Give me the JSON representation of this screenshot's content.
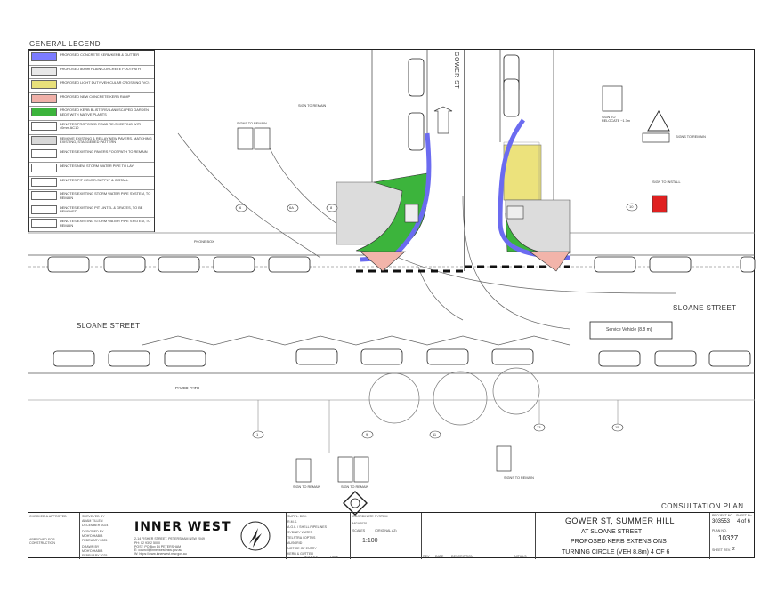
{
  "legend": {
    "title": "GENERAL LEGEND",
    "items": [
      {
        "label": "PROPOSED CONCRETE KERB/KERB & GUTTER",
        "swatch": "#7b7bff"
      },
      {
        "label": "PROPOSED 80mm PLAIN CONCRETE FOOTPATH",
        "swatch": "#e8e8e8"
      },
      {
        "label": "PROPOSED LIGHT DUTY VEHICULAR CROSSING (VC)",
        "swatch": "#e8e07a"
      },
      {
        "label": "PROPOSED NEW CONCRETE KERB RAMP",
        "swatch": "#f0b0a8"
      },
      {
        "label": "PROPOSED KERB BLISTERS/ LANDSCAPED GARDEN BEDS WITH NATIVE PLANTS",
        "swatch": "#3cb43c"
      },
      {
        "label": "DENOTES PROPOSED ROAD RE-SHEETING WITH 40mm AC10",
        "swatch": "#ffffff"
      },
      {
        "label": "REMOVE EXISTING & RE-LAY NEW PAVERS. MATCHING EXISTING, STAGGERED PATTERN",
        "swatch": "#d8d8d8"
      },
      {
        "label": "DENOTES EXISTING PAVERS FOOTPATH TO REMAIN",
        "swatch": "#ffffff"
      },
      {
        "label": "DENOTES NEW STORM WATER PIPE TO LAY",
        "swatch": "#ffffff"
      },
      {
        "label": "DENOTES PIT COVER-SUPPLY & INSTALL",
        "swatch": "#ffffff"
      },
      {
        "label": "DENOTES EXISTING STORM WATER PIPE SYSTEM, TO REMAIN",
        "swatch": "#ffffff"
      },
      {
        "label": "DENOTES EXISTING PIT LINTEL & GRATES, TO BE REMOVED",
        "swatch": "#ffffff"
      },
      {
        "label": "DENOTES EXISTING STORM WATER PIPE SYSTEM, TO REMAIN",
        "swatch": "#ffffff"
      }
    ]
  },
  "plan": {
    "street_horizontal": "SLOANE STREET",
    "street_vertical": "GOWER ST",
    "paved_path": "PAVED PATH",
    "service_vehicle": "Service Vehicle (8.8 m)",
    "phone_box": "PHONE BOX",
    "labels": {
      "sign_remain_1": "SIGNS TO REMAIN",
      "sign_remain_2": "SIGN TO REMAIN",
      "sign_relocate": "SIGN TO RELOCATE ~1.7m",
      "signs_remain_3": "SIGNS TO REMAIN",
      "sign_install": "SIGN TO INSTALL",
      "sign_remain_bottom1": "SIGN TO REMAIN",
      "sign_remain_bottom2": "SIGN TO REMAIN",
      "signs_remain_bottom3": "SIGNS TO REMAIN"
    },
    "property_numbers": [
      "6",
      "6A",
      "8",
      "10",
      "1",
      "9",
      "11",
      "13",
      "15"
    ],
    "consultation": "CONSULTATION PLAN"
  },
  "title_block": {
    "checked_approved": "CHECKED & APPROVED",
    "approved_construction": "APPROVED FOR CONSTRUCTION",
    "surveyed_by": "SURVEYED BY",
    "surveyor": "ADAM TILLEN",
    "survey_date": "DECEMBER 2024",
    "designed_by": "DESIGNED BY",
    "designer": "MOH'D HABIB",
    "design_date": "FEBRUARY 2025",
    "drawn_by": "DRAWN BY",
    "drafter": "MOH'D HABIB",
    "drawn_date": "FEBRUARY 2025",
    "logo": "INNER WEST",
    "council_address": "2-14 FISHER STREET, PETERSHAM NSW 2049",
    "ph": "PH: 02 9392 5000",
    "post": "POST: PO Box 14 PETERSHAM",
    "email": "E: council@innerwest.nsw.gov.au",
    "web": "W: https://www.innerwest.nsw.gov.au",
    "services": [
      "SUPPL. DEV.",
      "R.M.S.",
      "A.G.L. / SHELL PIPELINES",
      "SYDNEY WATER",
      "TELSTRA / OPTUS",
      "AUSGRID",
      "NOTICE OF ENTRY",
      "KERB & GUTTER"
    ],
    "notices": "NOTICES",
    "date_col": "DATE",
    "coord_system": "COORDINATE SYSTEM",
    "coord_value": "MGA2020",
    "scales_label": "SCALES",
    "scales_note": "(ORIGINAL A3)",
    "scale_value": "1:100",
    "rev_cols": [
      "REV",
      "DATE",
      "DESCRIPTION",
      "INITIALS"
    ],
    "project_title": "GOWER ST, SUMMER HILL",
    "project_sub": "AT SLOANE STREET",
    "drawing_title": "PROPOSED KERB EXTENSIONS",
    "drawing_sub": "TURNING CIRCLE (VEH 8.8m)  4 OF 6",
    "project_no_label": "PROJECT NO.",
    "project_no": "303553",
    "sheet_no_label": "SHEET No.",
    "sheet_no": "4 of 6",
    "plan_no_label": "PLAN NO.",
    "plan_no": "10327",
    "sheet_rev_label": "SHEET REV.",
    "sheet_rev": "2"
  }
}
